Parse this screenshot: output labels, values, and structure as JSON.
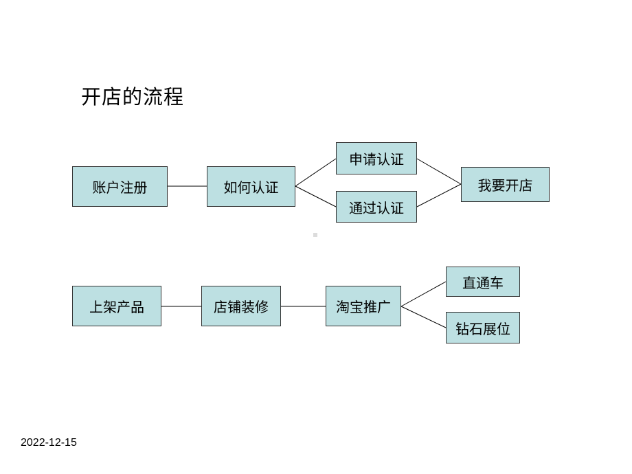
{
  "title": "开店的流程",
  "date": "2022-12-15",
  "flow1": {
    "step1": "账户注册",
    "step2": "如何认证",
    "branch_a": "申请认证",
    "branch_b": "通过认证",
    "result": "我要开店"
  },
  "flow2": {
    "step1": "上架产品",
    "step2": "店铺装修",
    "step3": "淘宝推广",
    "branch_a": "直通车",
    "branch_b": "钻石展位"
  },
  "colors": {
    "box_fill": "#bde0e2",
    "box_border": "#333333",
    "connector": "#000000"
  }
}
